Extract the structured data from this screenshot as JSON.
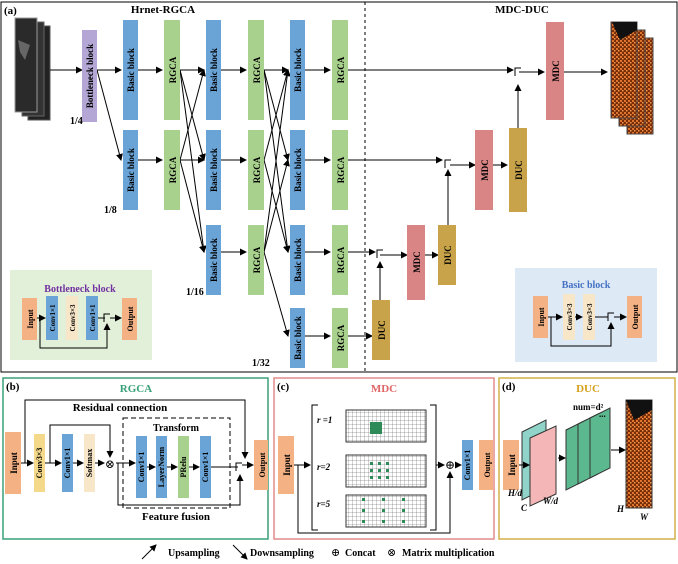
{
  "panels": {
    "a": "(a)",
    "b": "(b)",
    "c": "(c)",
    "d": "(d)"
  },
  "sections": {
    "hrnet": "Hrnet-RGCA",
    "mdcduc": "MDC-DUC"
  },
  "blocks": {
    "bottleneck": "Bottleneck block",
    "basic": "Basic block",
    "rgca": "RGCA",
    "mdc": "MDC",
    "duc": "DUC"
  },
  "scales": {
    "s4": "1/4",
    "s8": "1/8",
    "s16": "1/16",
    "s32": "1/32"
  },
  "inset_bottleneck": {
    "title": "Bottleneck block",
    "input": "Input",
    "conv1a": "Conv1×1",
    "conv3": "Conv3×3",
    "conv1b": "Conv1×1",
    "output": "Output"
  },
  "inset_basic": {
    "title": "Basic block",
    "input": "Input",
    "conv3a": "Conv3×3",
    "conv3b": "Conv3×3",
    "output": "Output"
  },
  "rgca_panel": {
    "title": "RGCA",
    "input": "Input",
    "conv3": "Conv3×3",
    "conv1": "Conv1×1",
    "softmax": "Softmax",
    "transform": "Transform",
    "t_conv1a": "Conv1×1",
    "t_layernorm": "LayerNorm",
    "t_prelu": "PRelu",
    "t_conv1b": "Conv1×1",
    "output": "Output",
    "residual": "Residual connection",
    "fusion": "Feature fusion"
  },
  "mdc_panel": {
    "title": "MDC",
    "input": "Input",
    "r1": "r =1",
    "r2": "r=2",
    "r5": "r=5",
    "conv1": "Conv1×1",
    "output": "Output"
  },
  "duc_panel": {
    "title": "DUC",
    "input": "Input",
    "hd": "H/d",
    "c": "C",
    "wd": "W/d",
    "num": "num=d²",
    "dots": "...",
    "h": "H",
    "w": "W"
  },
  "legend": {
    "up": "Upsampling",
    "down": "Downsampling",
    "concat": "Concat",
    "matmul": "Matrix multiplication",
    "plus": "⊕",
    "times": "⊗"
  },
  "colors": {
    "basic": "#6aa3d6",
    "rgca": "#a8d18d",
    "bottleneck": "#b4a7d6",
    "mdc": "#d98585",
    "duc": "#c9a34a",
    "io": "#f4b183",
    "softmax": "#f8e6c8",
    "bottleneck_inset_bg": "#e2efd9",
    "basic_inset_bg": "#dde9f5",
    "rgca_frame": "#3aa07a",
    "mdc_frame": "#e38a8a",
    "duc_frame": "#d4b04a",
    "mdc_title": "#e06666",
    "duc_title": "#d4a017",
    "bottleneck_title": "#7030a0",
    "basic_title": "#4472c4",
    "grid_dot": "#2e8b57",
    "duc_slab": "#5cb88f",
    "duc_pink": "#f4b6b6",
    "output_map": "#c0591e"
  }
}
